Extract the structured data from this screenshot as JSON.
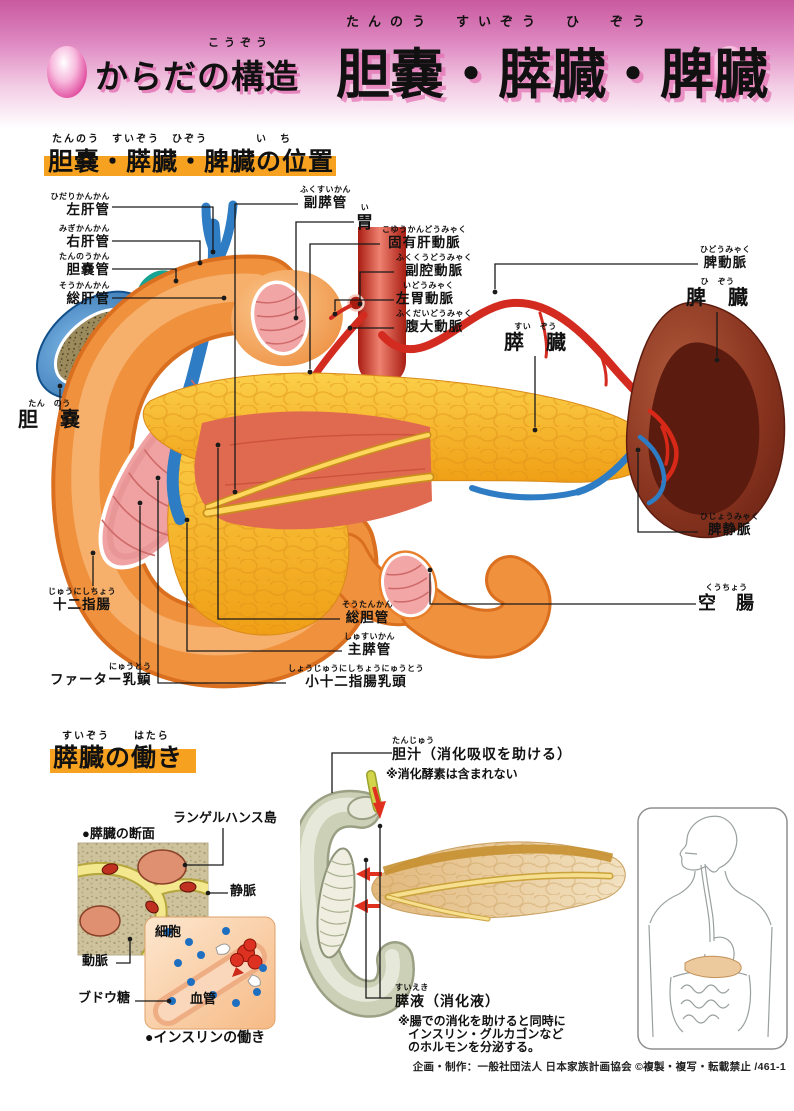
{
  "header": {
    "category_furigana": "こうぞう",
    "category": "からだの構造",
    "title_furigana": "たんのう　すいぞう　ひ　ぞう",
    "title": "胆嚢・膵臓・脾臓"
  },
  "sections": {
    "position": {
      "furigana": "たんのう　すいぞう　ひぞう　　　　い　ち",
      "title": "胆嚢・膵臓・脾臓の位置"
    },
    "function": {
      "furigana": "すいぞう　　はたら",
      "title": "膵臓の働き"
    }
  },
  "anatomy_labels": {
    "left_hepatic_duct": {
      "furigana": "ひだりかんかん",
      "text": "左肝管"
    },
    "right_hepatic_duct": {
      "furigana": "みぎかんかん",
      "text": "右肝管"
    },
    "cystic_duct": {
      "furigana": "たんのうかん",
      "text": "胆嚢管"
    },
    "common_hepatic_duct": {
      "furigana": "そうかんかん",
      "text": "総肝管"
    },
    "gallbladder": {
      "furigana": "たん　のう",
      "text": "胆　嚢"
    },
    "duodenum": {
      "furigana": "じゅうにしちょう",
      "text": "十二指腸"
    },
    "vater_papilla": {
      "furigana": "にゅうとう",
      "text": "ファーター乳頭"
    },
    "accessory_pancreatic_duct": {
      "furigana": "ふくすいかん",
      "text": "副膵管"
    },
    "stomach": {
      "furigana": "い",
      "text": "胃"
    },
    "proper_hepatic_artery": {
      "furigana": "こゆうかんどうみゃく",
      "text": "固有肝動脈"
    },
    "celiac_artery": {
      "furigana": "ふくくうどうみゃく",
      "text": "副腔動脈"
    },
    "left_gastric_artery": {
      "furigana": "いどうみゃく",
      "text": "左胃動脈"
    },
    "abdominal_aorta": {
      "furigana": "ふくだいどうみゃく",
      "text": "腹大動脈"
    },
    "splenic_artery": {
      "furigana": "ひどうみゃく",
      "text": "脾動脈"
    },
    "spleen": {
      "furigana": "ひ　ぞう",
      "text": "脾　臓"
    },
    "pancreas": {
      "furigana": "すい　ぞう",
      "text": "膵　臓"
    },
    "splenic_vein": {
      "furigana": "ひじょうみゃく",
      "text": "脾静脈"
    },
    "jejunum": {
      "furigana": "くうちょう",
      "text": "空　腸"
    },
    "common_bile_duct": {
      "furigana": "そうたんかん",
      "text": "総胆管"
    },
    "main_pancreatic_duct": {
      "furigana": "しゅすいかん",
      "text": "主膵管"
    },
    "minor_duodenal_papilla": {
      "furigana": "しょうじゅうにしちょうにゅうとう",
      "text": "小十二指腸乳頭"
    }
  },
  "cell_diagram": {
    "cross_section_heading": "●膵臓の断面",
    "langerhans": "ランゲルハンス島",
    "vein": "静脈",
    "artery": "動脈",
    "cell": "細胞",
    "glucose": "ブドウ糖",
    "blood_vessel": "血管",
    "insulin_heading": "●インスリンの働き"
  },
  "secretions": {
    "bile": {
      "furigana": "たんじゅう",
      "text": "胆汁（消化吸収を助ける）",
      "note": "※消化酵素は含まれない"
    },
    "pancreatic_juice": {
      "furigana": "すいえき",
      "text": "膵液（消化液）",
      "note_line1": "※腸での消化を助けると同時に",
      "note_line2": "インスリン・グルカゴンなど",
      "note_line3": "のホルモンを分泌する。"
    }
  },
  "footer": {
    "credit": "企画・制作：一般社団法人 日本家族計画協会 ©複製・複写・転載禁止 /461-1"
  },
  "colors": {
    "header_pink": "#c9599f",
    "highlight_orange": "#f6a11f",
    "pancreas_yellow": "#f3a81e",
    "gallbladder_blue": "#1e66ab",
    "spleen_maroon": "#7c2a17",
    "artery_red": "#d42b20",
    "vein_blue": "#2e7cc3"
  }
}
